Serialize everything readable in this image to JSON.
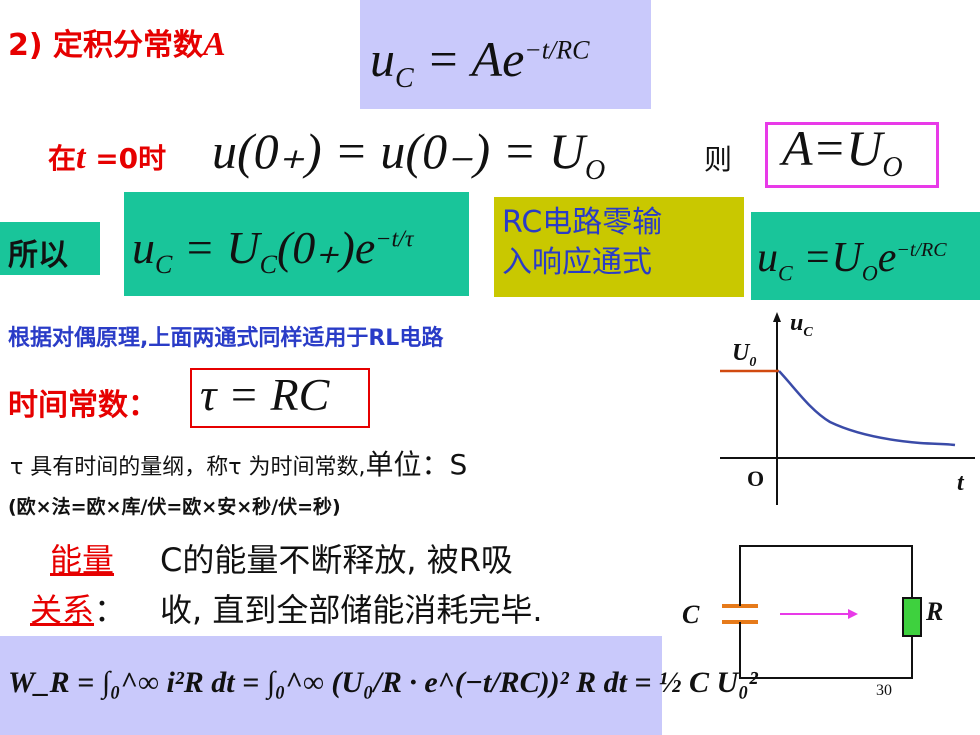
{
  "section": {
    "number": "2)",
    "title": "定积分常数",
    "var": "A"
  },
  "formula_main": {
    "lhs": "u",
    "lhs_sub": "C",
    "eq": " = Ae",
    "exp": "−t/RC"
  },
  "initial": {
    "prefix": "在",
    "t": "t",
    "eq0": " =0时",
    "expr": "u(0₊) = u(0₋) = U",
    "expr_sub": "O",
    "then": "则",
    "result": "A=U",
    "result_sub": "O"
  },
  "so": {
    "label": "所以",
    "formula": "u",
    "f_sub": "C",
    "f_rest": " = U",
    "f_sub2": "C",
    "f_tail": "(0₊)e",
    "f_exp": "−t/τ"
  },
  "rc_general": {
    "line1": "RC电路零输",
    "line2": "入响应通式"
  },
  "formula_rc": {
    "lhs": "u",
    "lhs_sub": "C",
    "rest": " =U",
    "rest_sub": "O",
    "e": "e",
    "exp": "−t/RC"
  },
  "rl_note": "根据对偶原理,上面两通式同样适用于RL电路",
  "time_const": {
    "label": "时间常数：",
    "formula": "τ = RC"
  },
  "units": {
    "line1a": "τ 具有时间的量纲，称τ 为时间常数,",
    "line1b": "单位：S",
    "line2": "(欧×法=欧×库/伏=欧×安×秒/伏=秒)"
  },
  "energy": {
    "label1": "能量",
    "label2": "关系",
    "colon": "：",
    "line1": "C的能量不断释放, 被R吸",
    "line2": "收, 直到全部储能消耗完毕."
  },
  "energy_formula": "W_R = ∫₀^∞ i²R dt = ∫₀^∞ (U₀/R · e^(−t/RC))² R dt = ½ C U₀²",
  "graph": {
    "y_label": "u",
    "y_sub": "C",
    "u0": "U",
    "u0_sub": "0",
    "origin": "O",
    "x_label": "t"
  },
  "circuit": {
    "c_label": "C",
    "r_label": "R"
  },
  "page_number": "30",
  "colors": {
    "lavender": "#c9c9fb",
    "teal": "#19c59a",
    "olive": "#c9c800",
    "red": "#e60000",
    "blue": "#2a3cc7",
    "magenta": "#e83ae8",
    "curve": "#3a4ba8"
  }
}
